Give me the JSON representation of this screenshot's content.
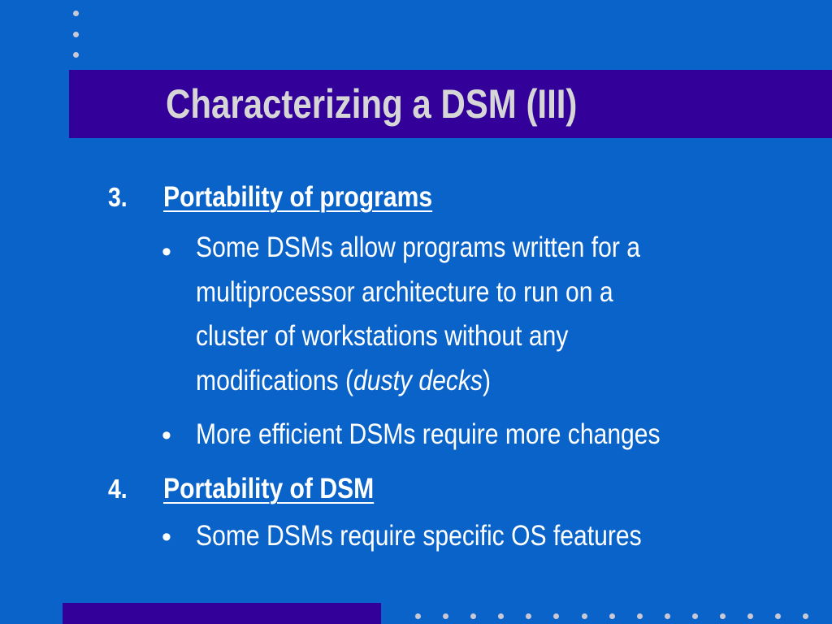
{
  "slide": {
    "title": "Characterizing a DSM (III)",
    "sections": [
      {
        "number": "3.",
        "heading": "Portability of programs",
        "bullets": [
          {
            "text_before": "Some DSMs allow programs written for a multiprocessor architecture to run on a cluster of workstations without any modifications (",
            "emphasis": "dusty decks",
            "text_after": ")"
          },
          {
            "text": "More efficient DSMs require more changes"
          }
        ]
      },
      {
        "number": "4.",
        "heading": "Portability of DSM",
        "bullets": [
          {
            "text": "Some DSMs require specific OS features"
          }
        ]
      }
    ],
    "bullet_symbol": "•"
  },
  "colors": {
    "background": "#0a63c9",
    "title_bar": "#330099",
    "title_text": "#d6d6d6",
    "body_text": "#ffffff",
    "dots": "#c9c9d6"
  }
}
